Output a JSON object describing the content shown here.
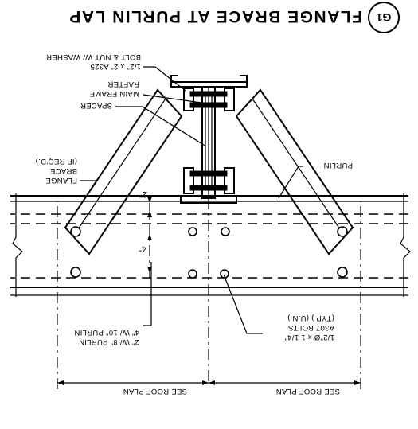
{
  "detail": {
    "tag": "G1",
    "title": "FLANGE BRACE AT PURLIN LAP"
  },
  "labels": {
    "main_frame_rafter_1": "MAIN FRAME",
    "main_frame_rafter_2": "RAFTER",
    "bolt_nut_1": "1/2\" x 2\" A325",
    "bolt_nut_2": "BOLT & NUT W/ WASHER",
    "spacer": "SPACER",
    "flange_brace_1": "FLANGE",
    "flange_brace_2": "BRACE",
    "flange_brace_3": "(IF REQ'D.)",
    "purlin": "PURLIN",
    "bolts_1": "1/2\"Ø x 1 1/4\"",
    "bolts_2": "A307 BOLTS",
    "bolts_3": "(TYP ) (U.N )",
    "purlin_sizes_1": "2\" W/ 8\" PURLIN",
    "purlin_sizes_2": "4\" W/ 10\" PURLIN",
    "see_roof_plan_left": "SEE ROOF PLAN",
    "see_roof_plan_right": "SEE ROOF PLAN",
    "dim_upper": "2\"",
    "dim_lower": "4\""
  }
}
